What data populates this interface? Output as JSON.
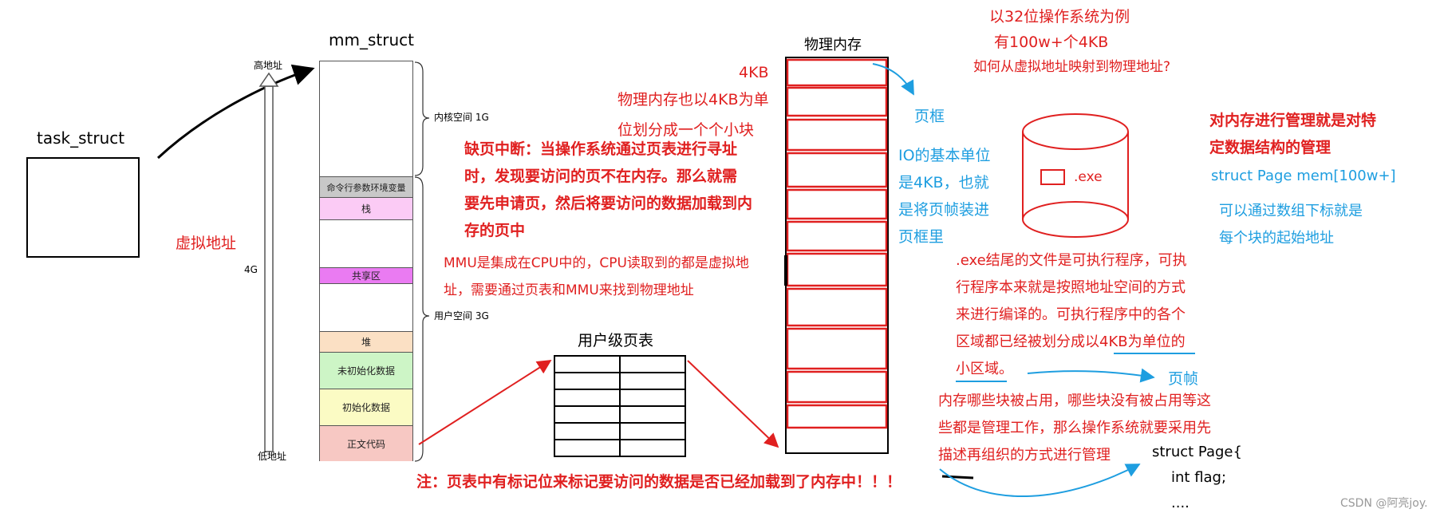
{
  "task_struct": {
    "title": "task_struct"
  },
  "virtual_address": {
    "label": "虚拟地址",
    "size_label": "4G",
    "high_label": "高地址",
    "low_label": "低地址"
  },
  "mm_struct": {
    "title": "mm_struct",
    "kernel_label": "内核空间 1G",
    "user_label": "用户空间 3G",
    "segments": [
      "命令行参数环境变量",
      "栈",
      "共享区",
      "堆",
      "未初始化数据",
      "初始化数据",
      "正文代码"
    ]
  },
  "physical": {
    "title": "物理内存",
    "block_size": "4KB",
    "desc_lines": [
      "物理内存也以4KB为单",
      "位划分成一个个小块"
    ],
    "frame_label": "页框",
    "io_lines": [
      "IO的基本单位",
      "是4KB，也就",
      "是将页帧装进",
      "页框里"
    ]
  },
  "page_fault": {
    "lines": [
      "缺页中断：当操作系统通过页表进行寻址",
      "时，发现要访问的页不在内存。那么就需",
      "要先申请页，然后将要访问的数据加载到内",
      "存的页中"
    ]
  },
  "mmu": {
    "lines": [
      "MMU是集成在CPU中的，CPU读取到的都是虚拟地",
      "址，需要通过页表和MMU来找到物理地址"
    ]
  },
  "page_table": {
    "title": "用户级页表"
  },
  "note": "注：页表中有标记位来标记要访问的数据是否已经加载到了内存中！！！",
  "top_notes": [
    "以32位操作系统为例",
    "有100w+个4KB",
    "如何从虚拟地址映射到物理地址?"
  ],
  "disk": {
    "file": ".exe"
  },
  "exe_desc": {
    "lines": [
      ".exe结尾的文件是可执行程序，可执",
      "行程序本来就是按照地址空间的方式",
      "来进行编译的。可执行程序中的各个",
      "区域都已经被划分成以4KB为单位的",
      "小区域。"
    ]
  },
  "page_frame_label": "页帧",
  "manage": {
    "lines": [
      "对内存进行管理就是对特",
      "定数据结构的管理"
    ],
    "decl": "struct Page mem[100w+]",
    "index_lines": [
      "可以通过数组下标就是",
      "每个块的起始地址"
    ]
  },
  "occupy": {
    "lines": [
      "内存哪些块被占用，哪些块没有被占用等这",
      "些都是管理工作，那么操作系统就要采用先",
      "描述再组织的方式进行管理"
    ]
  },
  "code": {
    "lines": [
      "struct Page{",
      "int flag;",
      "...."
    ]
  },
  "watermark": "CSDN @阿亮joy."
}
